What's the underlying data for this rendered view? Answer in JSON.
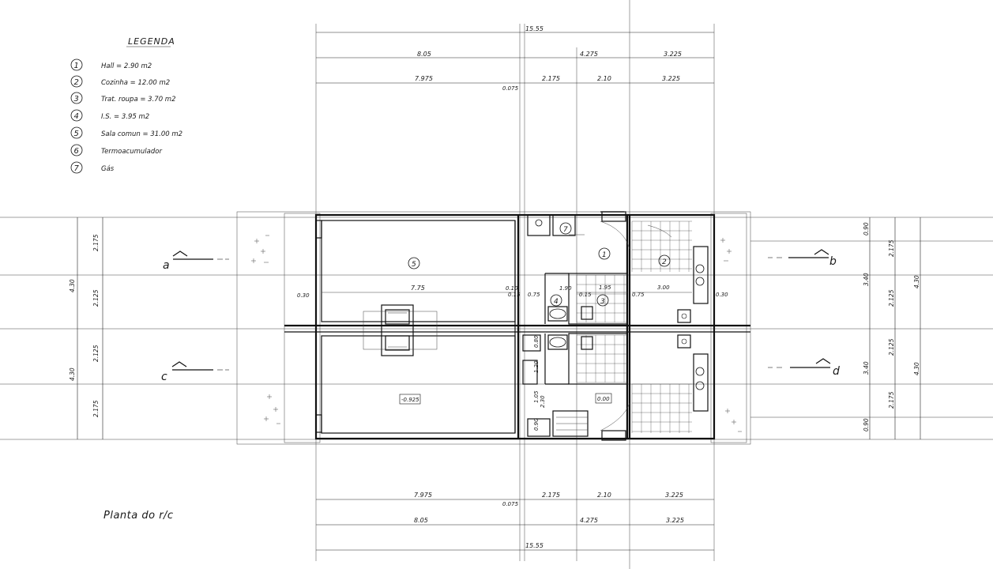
{
  "legend": {
    "title": "LEGENDA",
    "items": [
      {
        "num": "1",
        "text": "Hall =  2.90 m2"
      },
      {
        "num": "2",
        "text": "Cozinha = 12.00 m2"
      },
      {
        "num": "3",
        "text": "Trat. roupa = 3.70 m2"
      },
      {
        "num": "4",
        "text": "I.S.  =  3.95 m2"
      },
      {
        "num": "5",
        "text": "Sala comun = 31.00 m2"
      },
      {
        "num": "6",
        "text": "Termoacumulador"
      },
      {
        "num": "7",
        "text": "Gás"
      }
    ]
  },
  "caption": "Planta do r/c",
  "dims_top": {
    "total": "15.55",
    "row2": [
      "8.05",
      "4.275",
      "3.225"
    ],
    "row3": [
      "7.975",
      "2.175",
      "2.10",
      "3.225"
    ],
    "offset": "0.075"
  },
  "dims_bottom": {
    "total": "15.55",
    "row1": [
      "7.975",
      "2.175",
      "2.10",
      "3.225"
    ],
    "row2": [
      "8.05",
      "4.275",
      "3.225"
    ],
    "offset": "0.075"
  },
  "dims_left": {
    "totals": [
      "4.30",
      "4.30"
    ],
    "parts": [
      "2.175",
      "2.125",
      "2.125",
      "2.175"
    ]
  },
  "dims_right": {
    "totals": [
      "4.30",
      "4.30"
    ],
    "parts": [
      "2.175",
      "2.125",
      "2.125",
      "2.175"
    ],
    "inner": [
      "0.90",
      "3.40",
      "3.40",
      "0.90"
    ]
  },
  "sections": [
    "a",
    "b",
    "c",
    "d"
  ],
  "interior": {
    "sala_width": "7.75",
    "left_offset": "0.30",
    "right_offset": "0.30",
    "d010": "0.10",
    "d015": "0.15",
    "d075": "0.75",
    "d190": "1.90",
    "d195": "1.95",
    "d300": "3.00",
    "level_a": "-0.925",
    "level_b": "0.00",
    "d080": "0.80",
    "d120": "1.20",
    "d105": "1.05",
    "d230": "2.30",
    "d090": "0.90"
  },
  "room_numbers": [
    "5",
    "1",
    "2",
    "3",
    "4",
    "7"
  ]
}
